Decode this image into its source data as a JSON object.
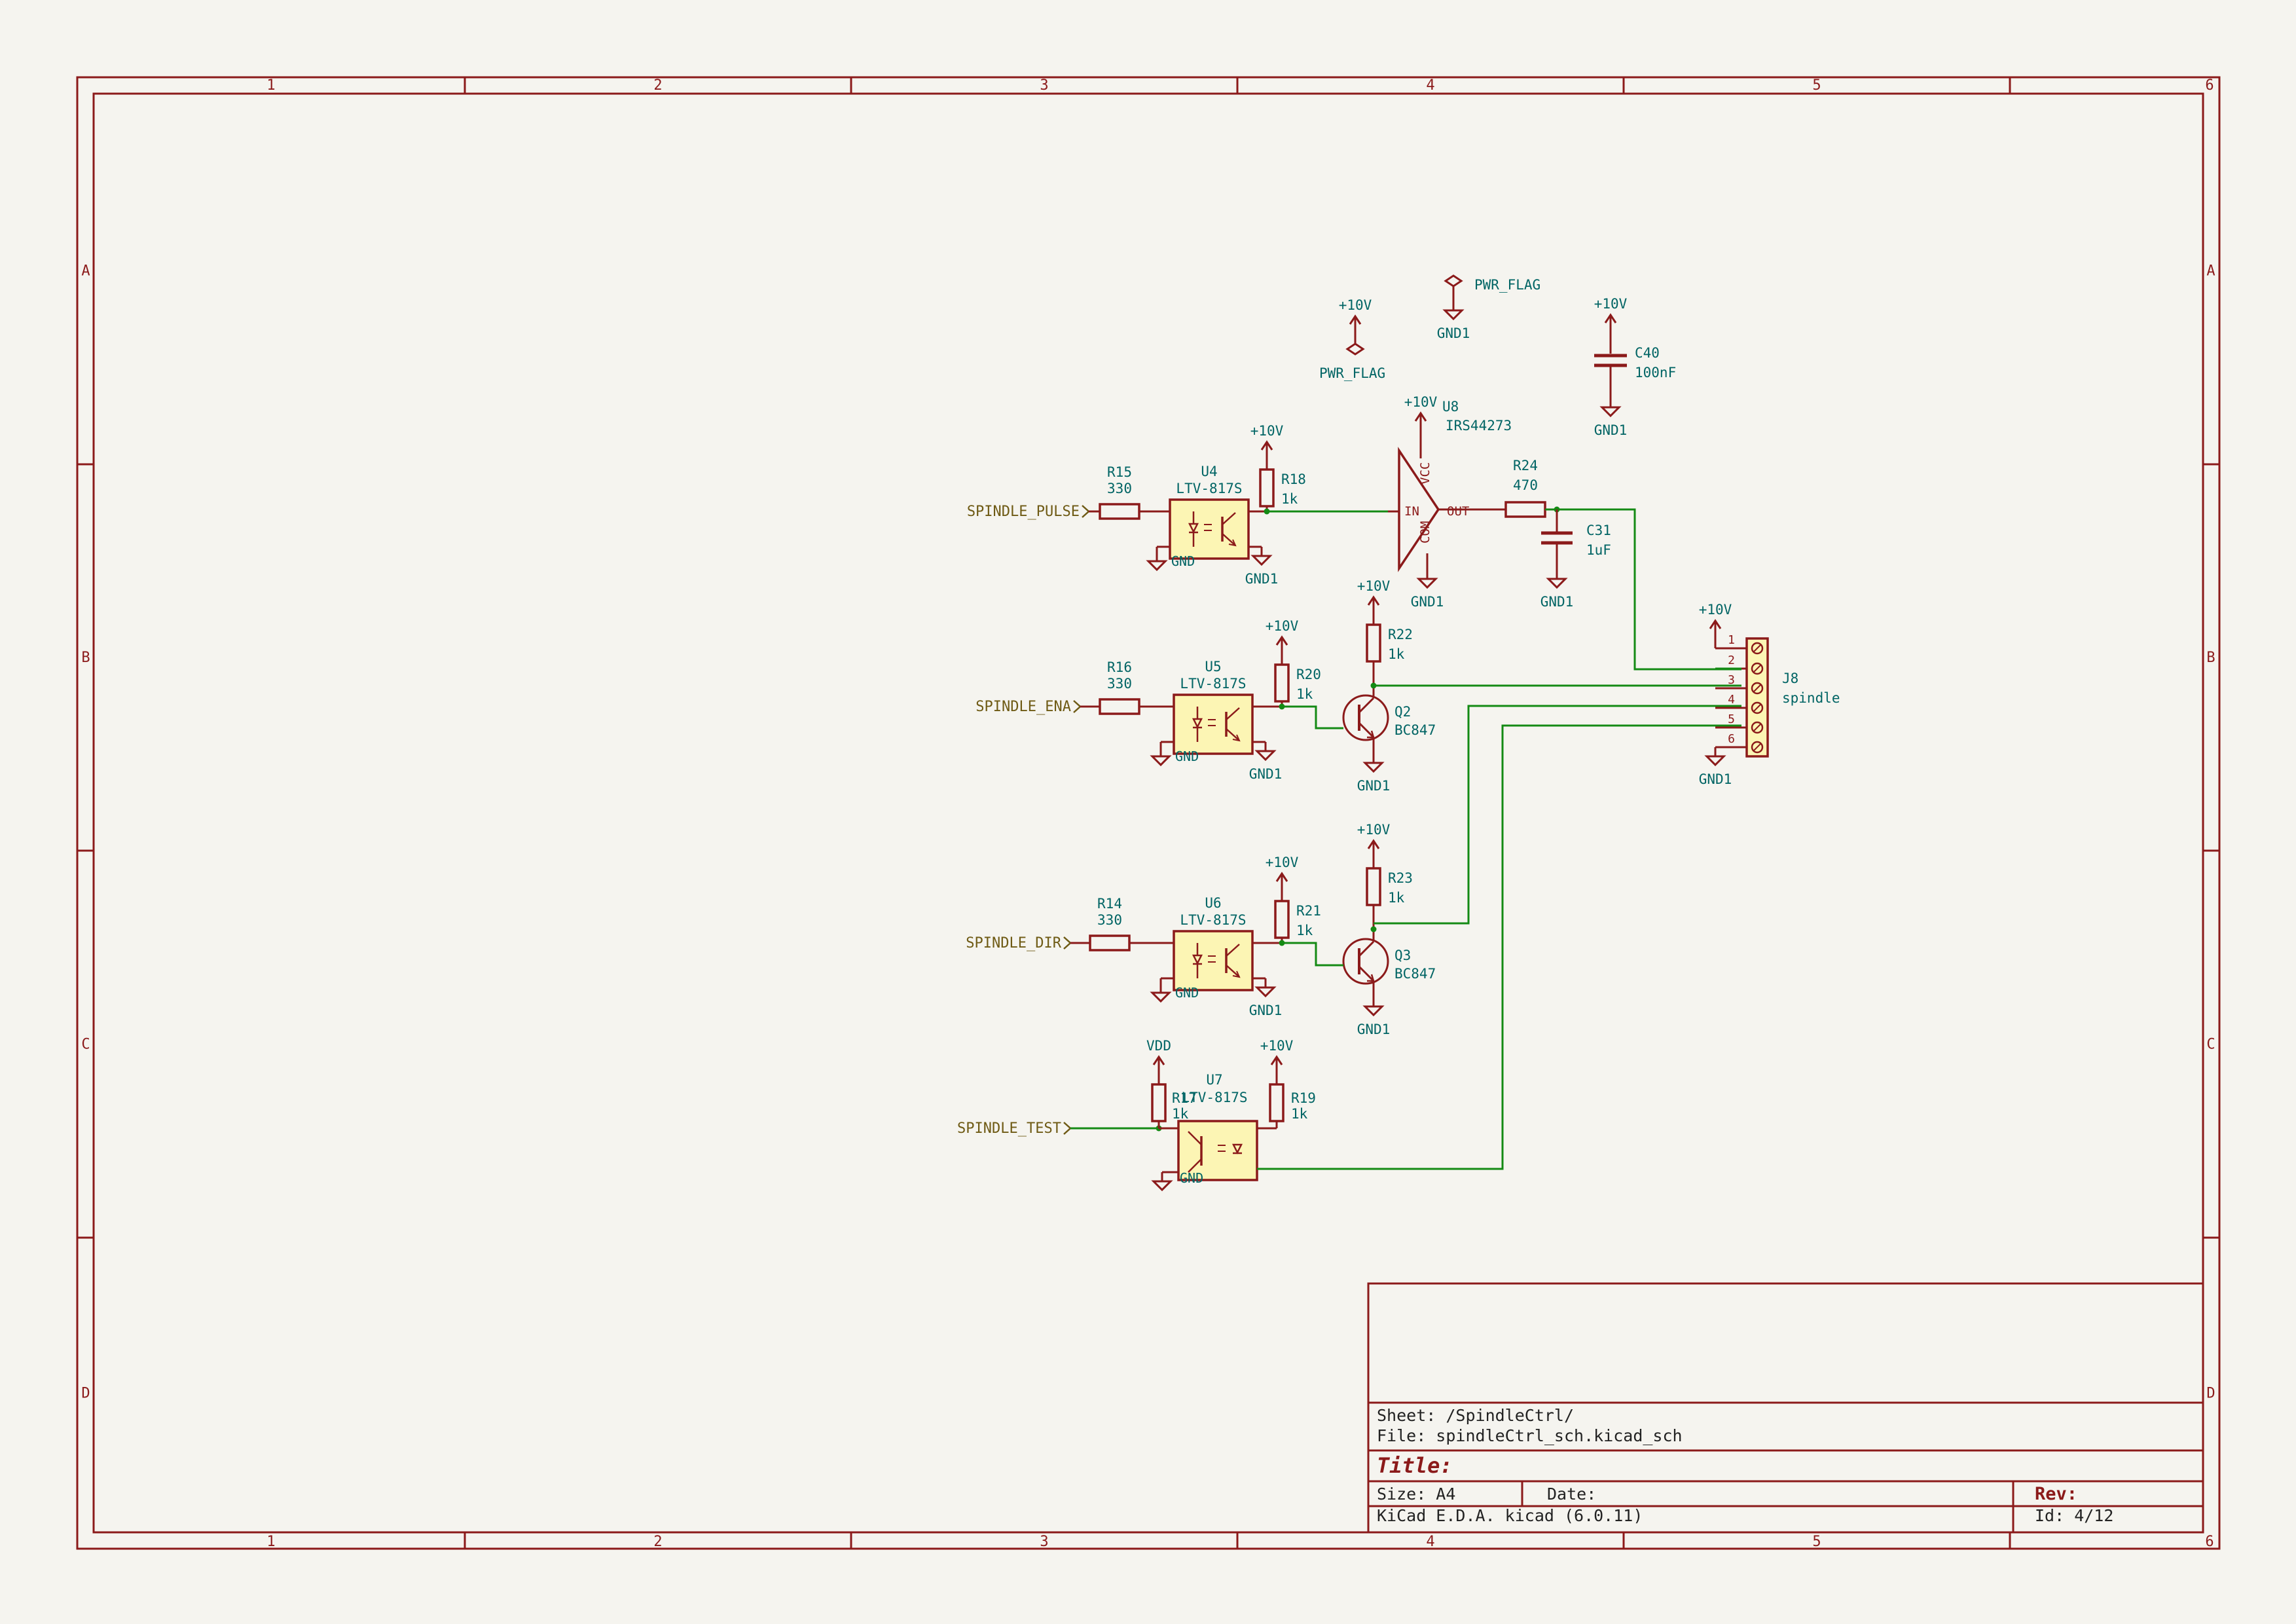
{
  "frame": {
    "columns": [
      "1",
      "2",
      "3",
      "4",
      "5",
      "6"
    ],
    "rows": [
      "A",
      "B",
      "C",
      "D"
    ]
  },
  "colors": {
    "frame": "#8b1a1a",
    "component": "#8b1a1a",
    "body_fill": "#fcf5b4",
    "wire": "#148a14",
    "ref_text": "#006464",
    "label_text": "#6e5a14"
  },
  "global_labels": {
    "pulse": "SPINDLE_PULSE",
    "ena": "SPINDLE_ENA",
    "dir": "SPINDLE_DIR",
    "test": "SPINDLE_TEST"
  },
  "power": {
    "v10": "+10V",
    "gnd1": "GND1",
    "gnd": "GND",
    "vdd": "VDD",
    "pwr_flag": "PWR_FLAG"
  },
  "components": {
    "R15": {
      "ref": "R15",
      "value": "330"
    },
    "R16": {
      "ref": "R16",
      "value": "330"
    },
    "R14": {
      "ref": "R14",
      "value": "330"
    },
    "R18": {
      "ref": "R18",
      "value": "1k"
    },
    "R20": {
      "ref": "R20",
      "value": "1k"
    },
    "R21": {
      "ref": "R21",
      "value": "1k"
    },
    "R22": {
      "ref": "R22",
      "value": "1k"
    },
    "R23": {
      "ref": "R23",
      "value": "1k"
    },
    "R17": {
      "ref": "R17",
      "value": "1k"
    },
    "R19": {
      "ref": "R19",
      "value": "1k"
    },
    "R24": {
      "ref": "R24",
      "value": "470"
    },
    "U4": {
      "ref": "U4",
      "value": "LTV-817S"
    },
    "U5": {
      "ref": "U5",
      "value": "LTV-817S"
    },
    "U6": {
      "ref": "U6",
      "value": "LTV-817S"
    },
    "U7": {
      "ref": "U7",
      "value": "LTV-817S"
    },
    "U8": {
      "ref": "U8",
      "value": "IRS44273",
      "pin_in": "IN",
      "pin_out": "OUT",
      "pin_vcc": "VCC",
      "pin_com": "COM"
    },
    "Q2": {
      "ref": "Q2",
      "value": "BC847"
    },
    "Q3": {
      "ref": "Q3",
      "value": "BC847"
    },
    "C31": {
      "ref": "C31",
      "value": "1uF"
    },
    "C40": {
      "ref": "C40",
      "value": "100nF"
    },
    "J8": {
      "ref": "J8",
      "value": "spindle",
      "pins": [
        "1",
        "2",
        "3",
        "4",
        "5",
        "6"
      ]
    }
  },
  "title_block": {
    "sheet": "Sheet: /SpindleCtrl/",
    "file": "File: spindleCtrl_sch.kicad_sch",
    "title": "Title:",
    "size": "Size: A4",
    "date": "Date:",
    "rev": "Rev:",
    "tool": "KiCad E.D.A.  kicad (6.0.11)",
    "id": "Id: 4/12"
  }
}
